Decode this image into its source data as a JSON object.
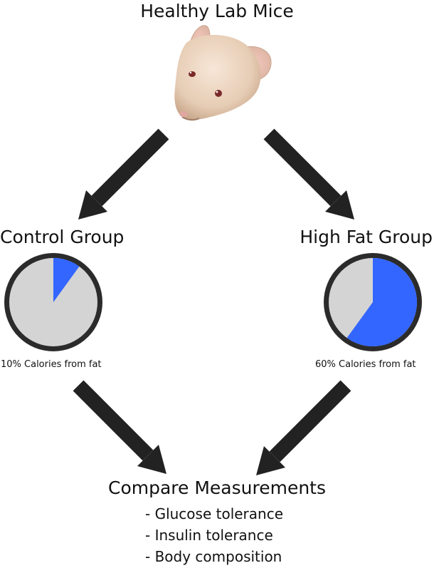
{
  "title": "Healthy Lab Mice",
  "groups": {
    "control": {
      "label": "Control Group",
      "caption": "10% Calories from fat",
      "fat_fraction": 0.1
    },
    "high_fat": {
      "label": "High Fat Group",
      "caption": "60% Calories from fat",
      "fat_fraction": 0.6
    }
  },
  "outcome": {
    "title": "Compare Measurements",
    "measurements": [
      "- Glucose tolerance",
      "- Insulin tolerance",
      "- Body composition"
    ]
  },
  "colors": {
    "fat": "#3366ff",
    "other": "#d4d4d4",
    "ring": "#2b2b2b",
    "arrow": "#222222"
  },
  "icons": {
    "top": "mouse-head-illustration"
  }
}
